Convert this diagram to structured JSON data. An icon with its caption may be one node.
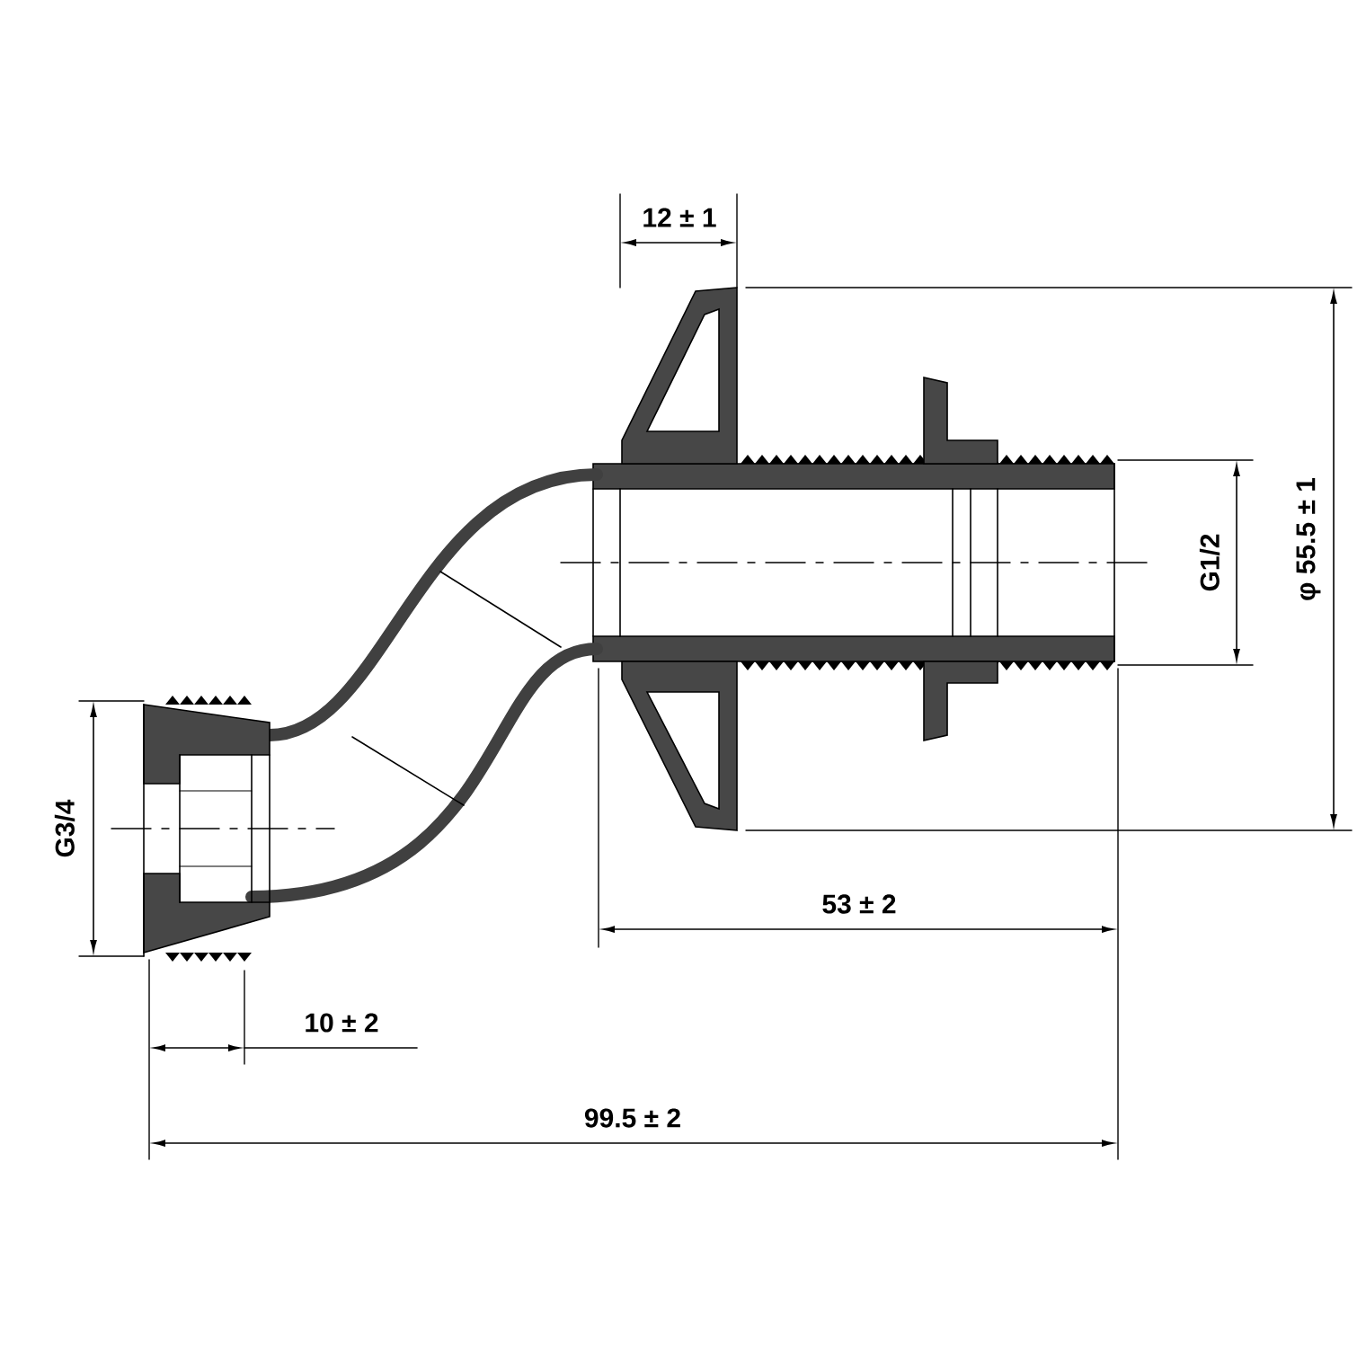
{
  "diagram": {
    "labels": [
      "12 ± 1",
      "φ 55.5 ± 1",
      "G1/2",
      "G3/4",
      "53 ± 2",
      "10 ± 2",
      "99.5 ± 2"
    ]
  }
}
